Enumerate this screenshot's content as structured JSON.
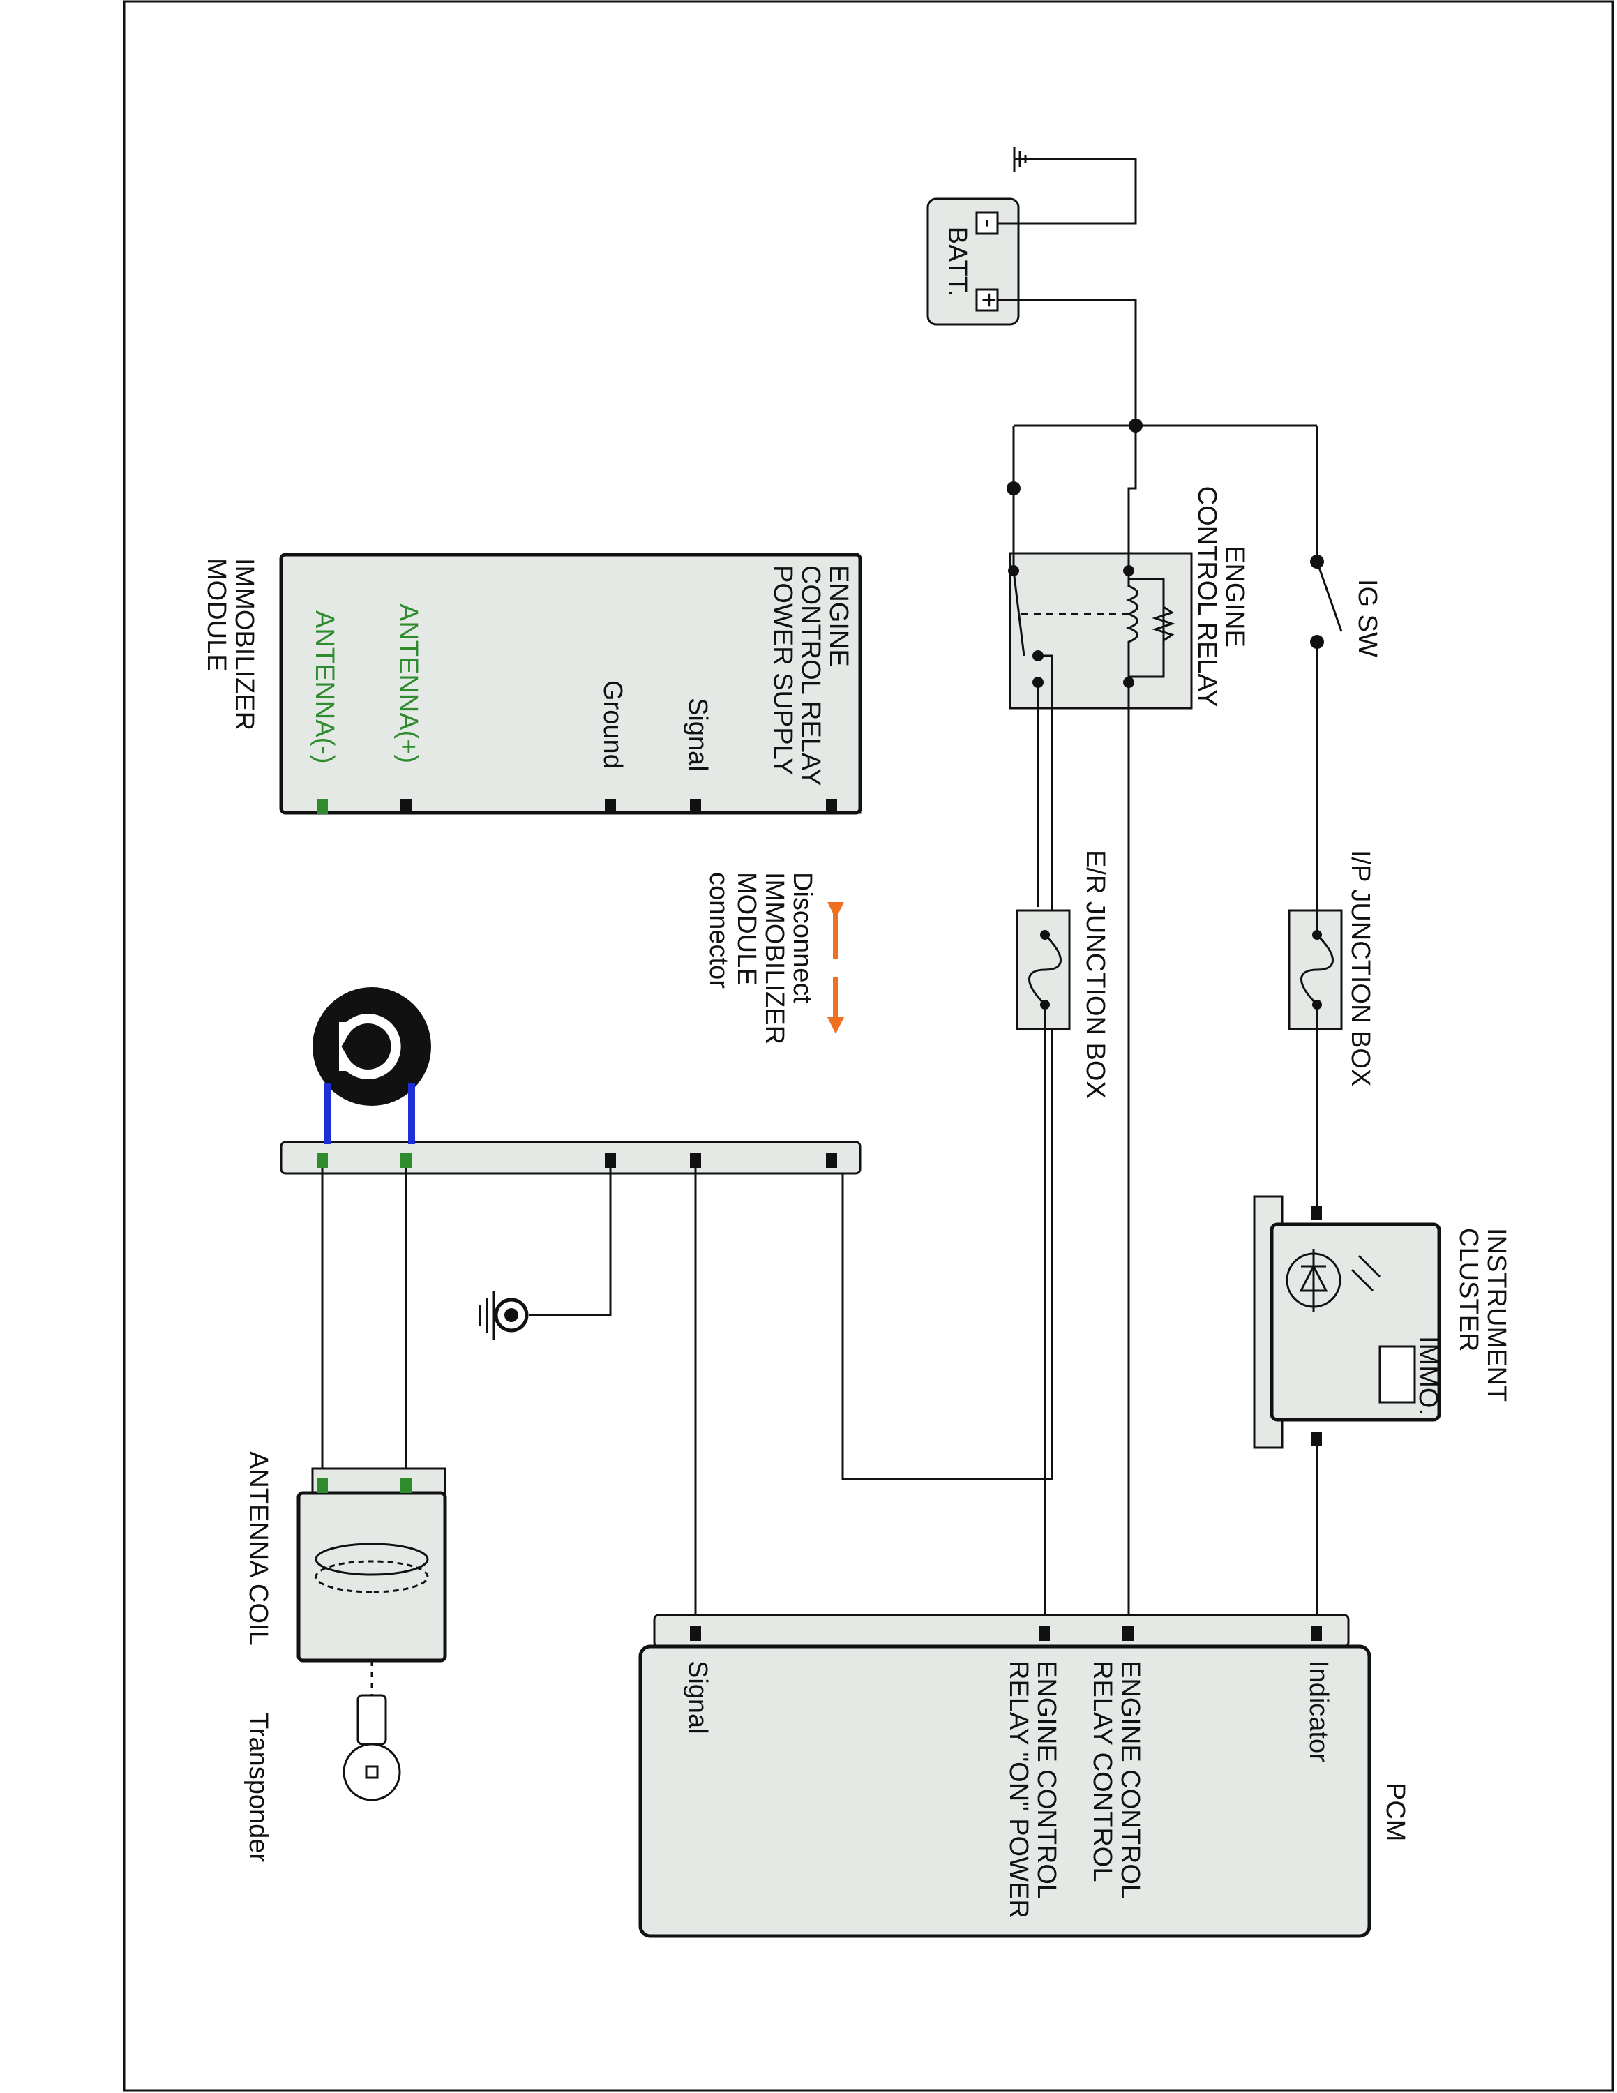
{
  "colors": {
    "box_fill": "#e4e9e5",
    "wire": "#111111",
    "antenna_pin": "#2e8b2e",
    "antenna_wire": "#1f2fd6",
    "arrow": "#f07020"
  },
  "labels": {
    "battery": "BATT.",
    "battery_plus": "+",
    "battery_minus": "-",
    "ig_switch": "IG SW",
    "engine_control_relay": [
      "ENGINE",
      "CONTROL RELAY"
    ],
    "ip_junction_box": "I/P JUNCTION BOX",
    "er_junction_box": "E/R JUNCTION BOX",
    "instrument_cluster": [
      "INSTRUMENT",
      "CLUSTER"
    ],
    "immo_indicator": "IMMO.",
    "immobilizer_module": [
      "IMMOBILIZER",
      "MODULE"
    ],
    "disconnect_note": [
      "Disconnect",
      "IMMOBILIZER",
      "MODULE",
      "connector"
    ],
    "antenna_coil": "ANTENNA COIL",
    "transponder": "Transponder",
    "pcm": "PCM"
  },
  "immobilizer_pins": [
    [
      "ENGINE",
      "CONTROL RELAY",
      "POWER SUPPLY"
    ],
    [
      "Signal"
    ],
    [
      "Ground"
    ],
    [
      "ANTENNA(+)"
    ],
    [
      "ANTENNA(-)"
    ]
  ],
  "pcm_pins": [
    [
      "Indicator"
    ],
    [
      "ENGINE CONTROL",
      "RELAY CONTROL"
    ],
    [
      "ENGINE CONTROL",
      "RELAY \"ON\" POWER"
    ],
    [
      "Signal"
    ]
  ],
  "icons": {
    "battery": "battery-icon",
    "ground": "ground-icon",
    "fuse": "fuse-icon",
    "led": "led-icon",
    "key": "key-icon",
    "disconnect": "disconnect-arrows-icon",
    "symbol": "omega-symbol-icon"
  }
}
